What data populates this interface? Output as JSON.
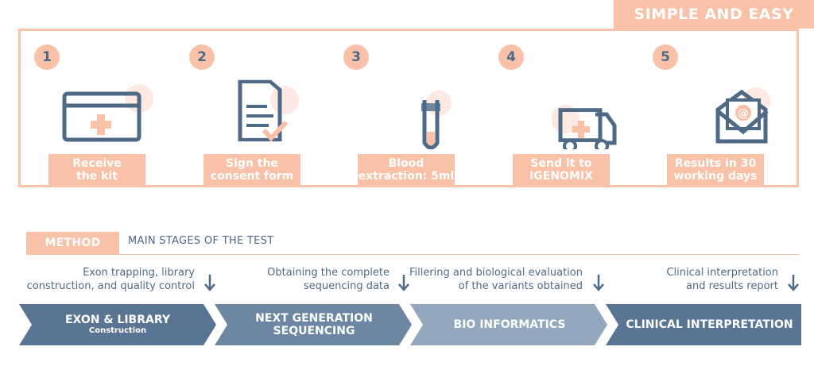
{
  "header": {
    "badge": "SIMPLE AND EASY"
  },
  "steps": [
    {
      "num": "1",
      "label": "Receive\nthe kit",
      "icon": "kit-box-icon"
    },
    {
      "num": "2",
      "label": "Sign the\nconsent form",
      "icon": "consent-form-icon"
    },
    {
      "num": "3",
      "label": "Blood\nextraction: 5ml",
      "icon": "test-tube-icon"
    },
    {
      "num": "4",
      "label": "Send it to\nIGENOMIX",
      "icon": "delivery-truck-icon"
    },
    {
      "num": "5",
      "label": "Results in 30\nworking days",
      "icon": "email-envelope-icon"
    }
  ],
  "method": {
    "title": "METHOD",
    "subtitle": "MAIN STAGES OF THE TEST"
  },
  "descriptions": [
    "Exon trapping, library\nconstruction, and quality control",
    "Obtaining the complete\nsequencing data",
    "Fillering and biological evaluation\nof the variants obtained",
    "Clinical interpretation\nand results report"
  ],
  "stages": [
    {
      "title": "EXON & LIBRARY",
      "sub": "Construction"
    },
    {
      "title": "NEXT GENERATION\nSEQUENCING",
      "sub": ""
    },
    {
      "title": "BIO INFORMATICS",
      "sub": ""
    },
    {
      "title": "CLINICAL INTERPRETATION",
      "sub": ""
    }
  ],
  "colors": {
    "peach": "#f8c1a8",
    "navy": "#4f6a86",
    "slate": "#6d87a3",
    "light": "#93a8bd",
    "dark": "#5a7593"
  }
}
